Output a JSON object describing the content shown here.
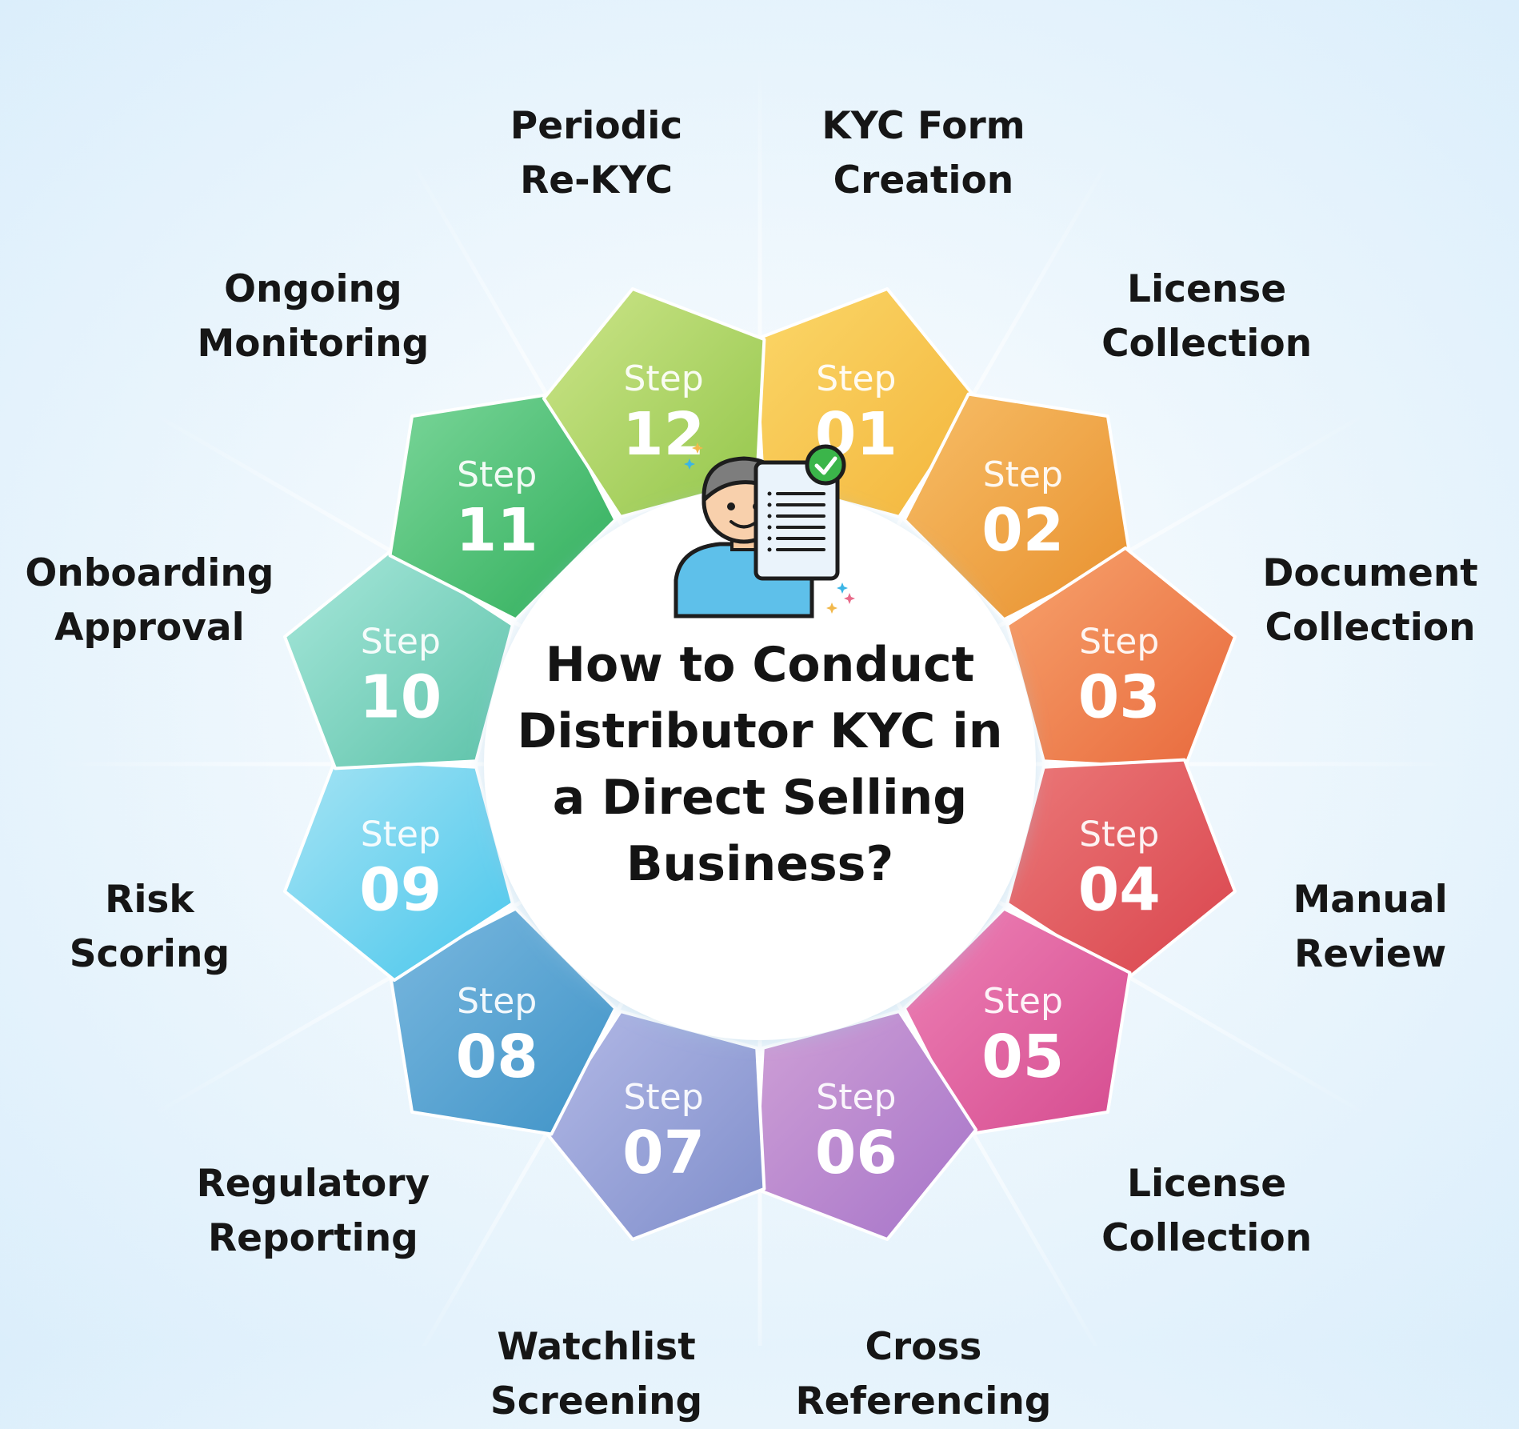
{
  "title_lines": [
    "How to Conduct",
    "Distributor KYC in",
    "a Direct Selling",
    "Business?"
  ],
  "step_word": "Step",
  "icon": "person-with-verified-document-icon",
  "steps": [
    {
      "num": "01",
      "label": [
        "KYC Form",
        "Creation"
      ],
      "colors": [
        "#fbd768",
        "#f3b53c"
      ]
    },
    {
      "num": "02",
      "label": [
        "License",
        "Collection"
      ],
      "colors": [
        "#f7be67",
        "#e8902e"
      ]
    },
    {
      "num": "03",
      "label": [
        "Document",
        "Collection"
      ],
      "colors": [
        "#f7a36c",
        "#e8683c"
      ]
    },
    {
      "num": "04",
      "label": [
        "Manual",
        "Review"
      ],
      "colors": [
        "#eb7878",
        "#d9444d"
      ]
    },
    {
      "num": "05",
      "label": [
        "License",
        "Collection"
      ],
      "colors": [
        "#ee82b6",
        "#d54b8f"
      ]
    },
    {
      "num": "06",
      "label": [
        "Cross",
        "Referencing"
      ],
      "colors": [
        "#cfa0d6",
        "#a674c9"
      ]
    },
    {
      "num": "07",
      "label": [
        "Watchlist",
        "Screening"
      ],
      "colors": [
        "#b3b9e6",
        "#7f8ecb"
      ]
    },
    {
      "num": "08",
      "label": [
        "Regulatory",
        "Reporting"
      ],
      "colors": [
        "#7ab8df",
        "#3f93c7"
      ]
    },
    {
      "num": "09",
      "label": [
        "Risk",
        "Scoring"
      ],
      "colors": [
        "#a6e4f4",
        "#48c6ec"
      ]
    },
    {
      "num": "10",
      "label": [
        "Onboarding",
        "Approval"
      ],
      "colors": [
        "#a9e8dc",
        "#5cc2a8"
      ]
    },
    {
      "num": "11",
      "label": [
        "Ongoing",
        "Monitoring"
      ],
      "colors": [
        "#7bd69a",
        "#2fae5a"
      ]
    },
    {
      "num": "12",
      "label": [
        "Periodic",
        "Re-KYC"
      ],
      "colors": [
        "#cde58a",
        "#93c64a"
      ]
    }
  ]
}
